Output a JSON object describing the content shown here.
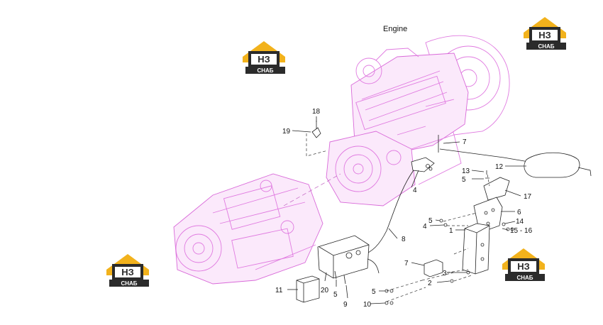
{
  "title": "Engine",
  "logo": {
    "mark": "НЗ",
    "text": "СНАБ",
    "colors": {
      "roof": "#f2b21c",
      "dark": "#2b2b2b",
      "text": "#ffffff"
    }
  },
  "callouts": [
    "1",
    "2",
    "3",
    "4",
    "4",
    "5",
    "5",
    "5",
    "5",
    "6",
    "7",
    "7",
    "8",
    "9",
    "10",
    "11",
    "12",
    "13",
    "14",
    "15 - 16",
    "17",
    "18",
    "19",
    "20"
  ],
  "colors": {
    "engine": "#e07ae0",
    "parts": "#222222"
  }
}
